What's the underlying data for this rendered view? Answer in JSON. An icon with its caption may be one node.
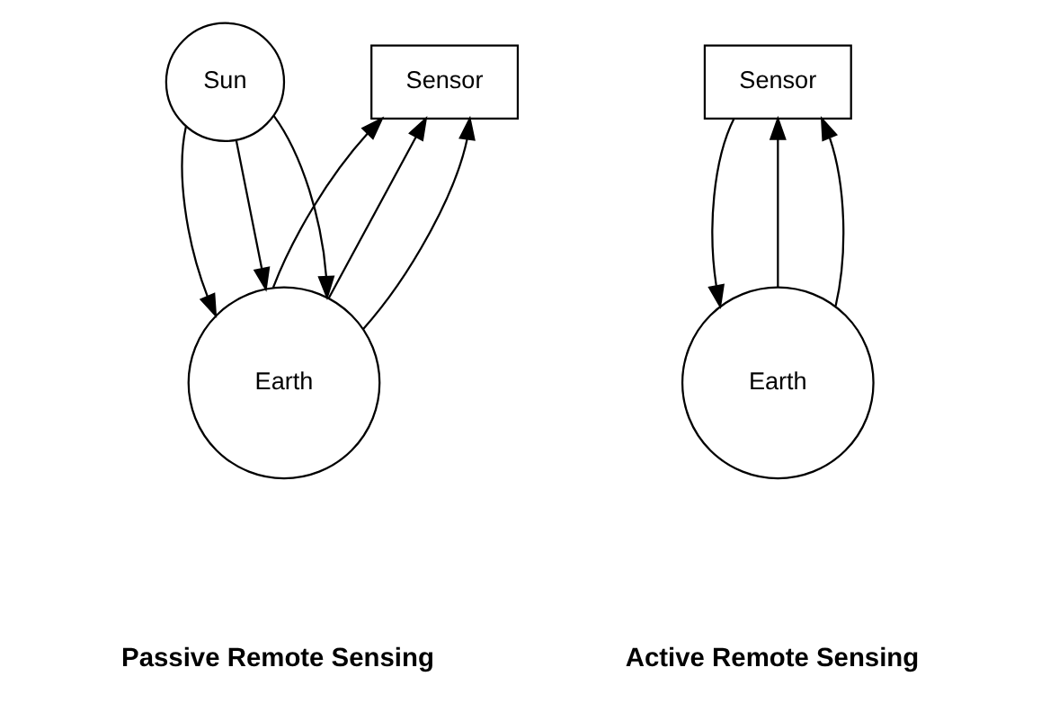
{
  "diagram": {
    "nodes": [
      {
        "text": [
          "Sun"
        ]
      },
      {
        "text": [
          "Sensor"
        ]
      },
      {
        "text": [
          "Earth"
        ]
      },
      {
        "text": [
          "Sensor"
        ]
      },
      {
        "text": [
          "Earth"
        ]
      }
    ],
    "edges": [
      {
        "from": 0,
        "to": 2,
        "arrow": "to"
      },
      {
        "from": 0,
        "to": 2,
        "arrow": "to"
      },
      {
        "from": 0,
        "to": 2,
        "arrow": "to"
      },
      {
        "from": 2,
        "to": 1,
        "arrow": "to"
      },
      {
        "from": 2,
        "to": 1,
        "arrow": "to"
      },
      {
        "from": 2,
        "to": 1,
        "arrow": "to"
      },
      {
        "from": 3,
        "to": 4,
        "arrow": "to"
      },
      {
        "from": 4,
        "to": 3,
        "arrow": "to"
      },
      {
        "from": 4,
        "to": 3,
        "arrow": "to"
      }
    ],
    "labels": [
      "Passive Remote Sensing",
      "Active Remote Sensing"
    ]
  }
}
